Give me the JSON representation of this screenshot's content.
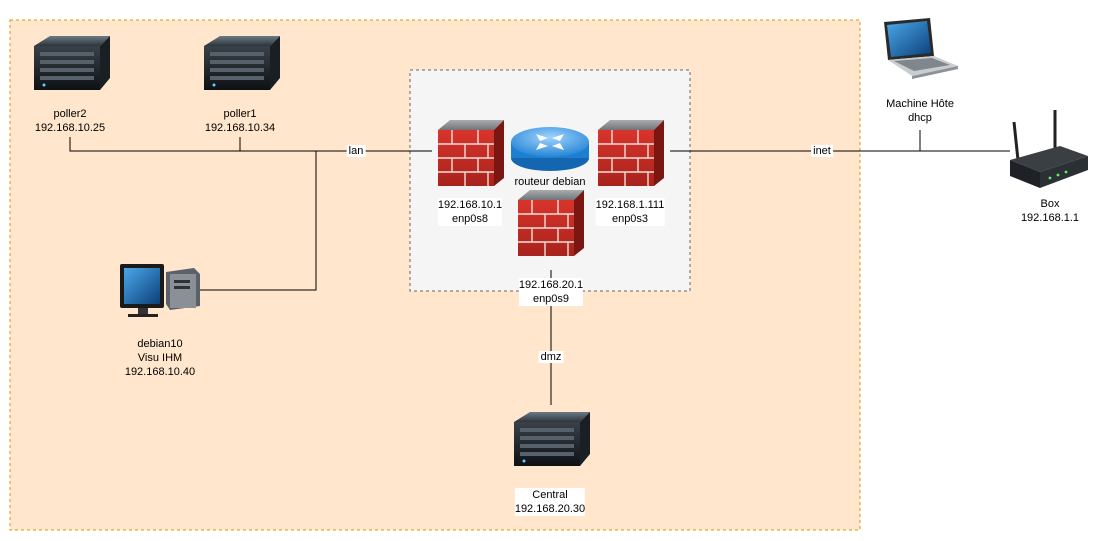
{
  "zones": {
    "network_zone": {
      "color": "#ffe6cc",
      "border": "#d79b00"
    },
    "router_zone": {
      "color": "#f5f5f5",
      "border": "#666666"
    }
  },
  "nodes": {
    "poller2": {
      "icon": "server-icon",
      "lines": [
        "poller2",
        "192.168.10.25"
      ]
    },
    "poller1": {
      "icon": "server-icon",
      "lines": [
        "poller1",
        "192.168.10.34"
      ]
    },
    "debian10": {
      "icon": "desktop-computer-icon",
      "lines": [
        "debian10",
        "Visu IHM",
        "192.168.10.40"
      ]
    },
    "central": {
      "icon": "server-icon",
      "lines": [
        "Central",
        "192.168.20.30"
      ]
    },
    "router": {
      "icon": "router-icon",
      "lines": [
        "routeur debian"
      ]
    },
    "fw_lan": {
      "icon": "firewall-icon",
      "lines": [
        "192.168.10.1",
        "enp0s8"
      ]
    },
    "fw_inet": {
      "icon": "firewall-icon",
      "lines": [
        "192.168.1.111",
        "enp0s3"
      ]
    },
    "fw_dmz": {
      "icon": "firewall-icon",
      "lines": [
        "192.168.20.1",
        "enp0s9"
      ]
    },
    "host": {
      "icon": "laptop-icon",
      "lines": [
        "Machine Hôte",
        "dhcp"
      ]
    },
    "box": {
      "icon": "wifi-router-icon",
      "lines": [
        "Box",
        "192.168.1.1"
      ]
    }
  },
  "edges": {
    "lan": "lan",
    "inet": "inet",
    "dmz": "dmz"
  }
}
